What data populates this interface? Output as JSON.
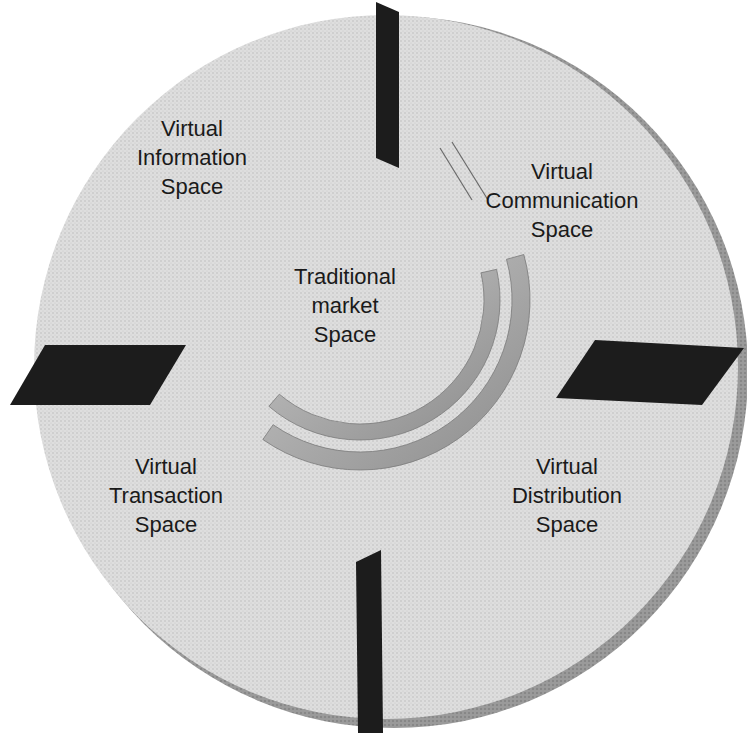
{
  "diagram": {
    "labels": [
      "Virtual Information Space",
      "Virtual Communication Space",
      "Traditional market Space",
      "Virtual Transaction Space",
      "Virtual Distribution Space"
    ]
  }
}
